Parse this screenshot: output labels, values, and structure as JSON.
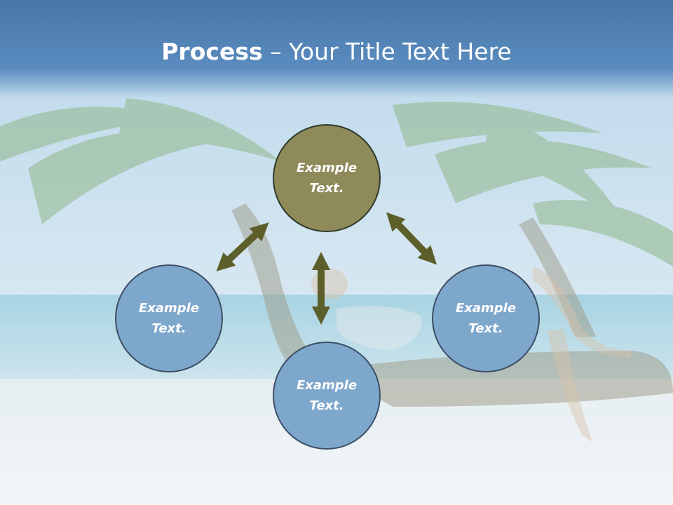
{
  "slide": {
    "title_bold": "Process",
    "title_rest": " – Your Title Text Here"
  },
  "nodes": {
    "top": "Example Text.",
    "left": "Example Text.",
    "right": "Example Text.",
    "bottom": "Example Text."
  },
  "colors": {
    "title_band": "#4676a6",
    "top_circle": "#8f8a5a",
    "blue_circle": "#7ea7cc",
    "arrow": "#5d5f2b"
  }
}
